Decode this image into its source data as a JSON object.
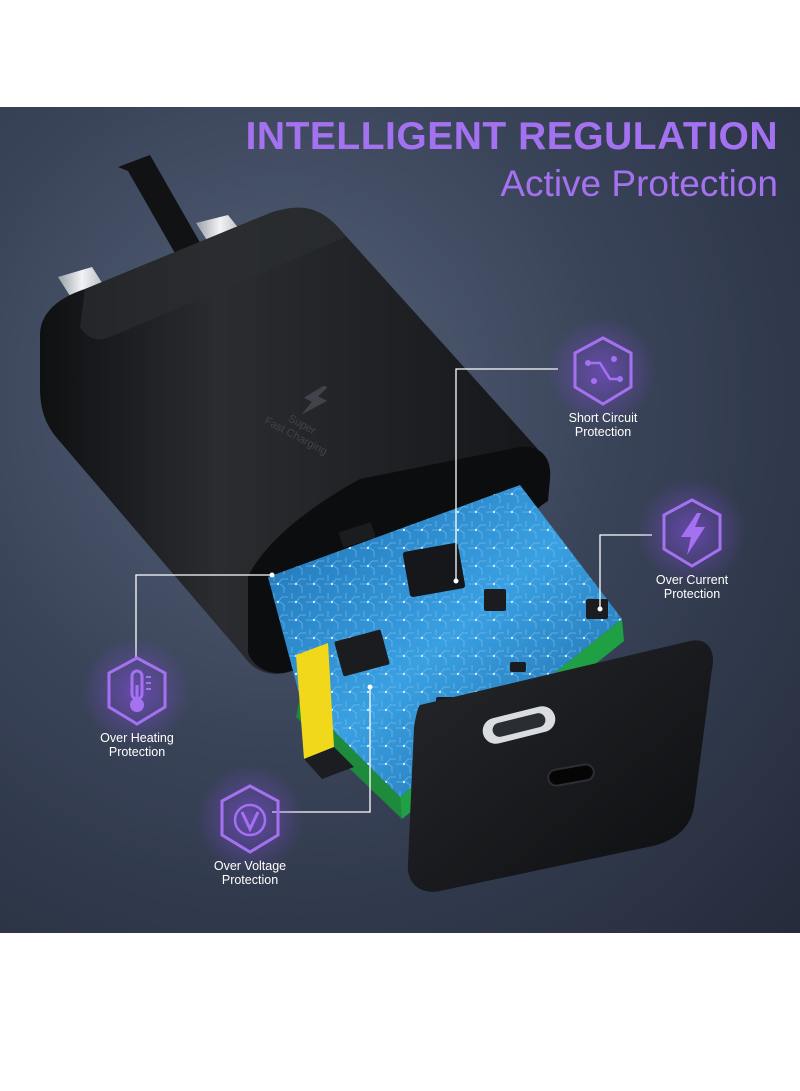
{
  "headline": {
    "line1": "INTELLIGENT REGULATION",
    "line2": "Active Protection"
  },
  "charger_print": {
    "line1": "Super",
    "line2": "Fast Charging",
    "logo_icon": "lightning-bolt-icon"
  },
  "features": [
    {
      "line1": "Short Circuit",
      "line2": "Protection",
      "icon": "circuit-shield-icon"
    },
    {
      "line1": "Over Current",
      "line2": "Protection",
      "icon": "bolt-shield-icon"
    },
    {
      "line1": "Over Heating",
      "line2": "Protection",
      "icon": "thermometer-shield-icon"
    },
    {
      "line1": "Over Voltage",
      "line2": "Protection",
      "icon": "voltage-check-shield-icon"
    }
  ],
  "colors": {
    "accent": "#a472f0",
    "background": "#3a4459",
    "charger": "#1c1d20",
    "pcb": "#2e8fd0"
  }
}
